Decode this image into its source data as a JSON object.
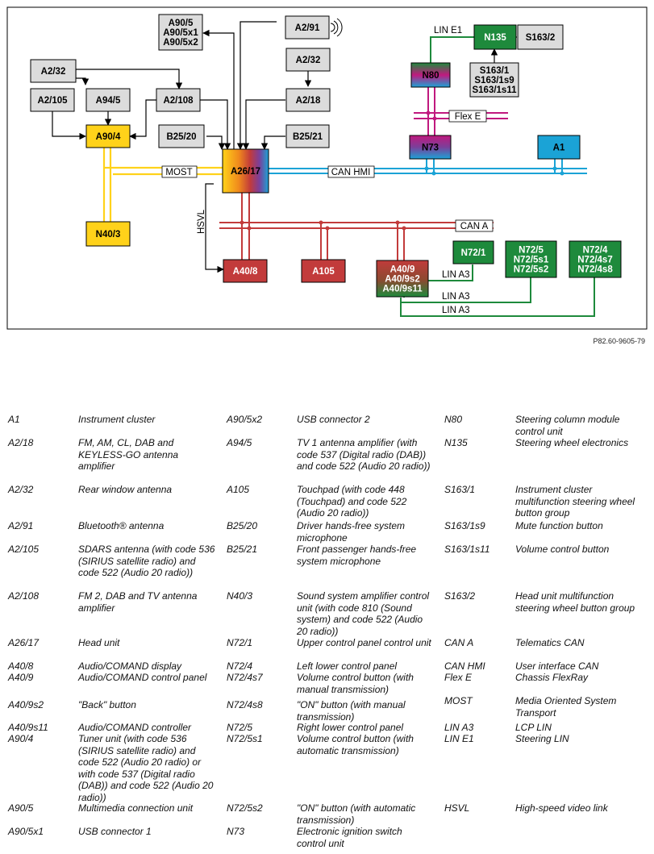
{
  "diagram": {
    "reference": "P82.60-9605-79",
    "nodes": [
      {
        "id": "A90_5",
        "lines": [
          "A90/5",
          "A90/5x1",
          "A90/5x2"
        ],
        "color": "#dcdcdc",
        "text_color": "#000000"
      },
      {
        "id": "A2_91",
        "lines": [
          "A2/91"
        ],
        "color": "#dcdcdc",
        "text_color": "#000000"
      },
      {
        "id": "A2_32a",
        "lines": [
          "A2/32"
        ],
        "color": "#dcdcdc",
        "text_color": "#000000"
      },
      {
        "id": "A2_105",
        "lines": [
          "A2/105"
        ],
        "color": "#dcdcdc",
        "text_color": "#000000"
      },
      {
        "id": "A94_5",
        "lines": [
          "A94/5"
        ],
        "color": "#dcdcdc",
        "text_color": "#000000"
      },
      {
        "id": "A2_108",
        "lines": [
          "A2/108"
        ],
        "color": "#dcdcdc",
        "text_color": "#000000"
      },
      {
        "id": "A2_32b",
        "lines": [
          "A2/32"
        ],
        "color": "#dcdcdc",
        "text_color": "#000000"
      },
      {
        "id": "A2_18",
        "lines": [
          "A2/18"
        ],
        "color": "#dcdcdc",
        "text_color": "#000000"
      },
      {
        "id": "A90_4",
        "lines": [
          "A90/4"
        ],
        "color": "#ffd21a",
        "text_color": "#000000"
      },
      {
        "id": "B25_20",
        "lines": [
          "B25/20"
        ],
        "color": "#dcdcdc",
        "text_color": "#000000"
      },
      {
        "id": "B25_21",
        "lines": [
          "B25/21"
        ],
        "color": "#dcdcdc",
        "text_color": "#000000"
      },
      {
        "id": "A26_17",
        "lines": [
          "A26/17"
        ],
        "color": "gradient",
        "text_color": "#000000"
      },
      {
        "id": "N40_3",
        "lines": [
          "N40/3"
        ],
        "color": "#ffd21a",
        "text_color": "#000000"
      },
      {
        "id": "A40_8",
        "lines": [
          "A40/8"
        ],
        "color": "#c23b3b",
        "text_color": "#ffffff"
      },
      {
        "id": "A105",
        "lines": [
          "A105"
        ],
        "color": "#c23b3b",
        "text_color": "#ffffff"
      },
      {
        "id": "A40_9",
        "lines": [
          "A40/9",
          "A40/9s2",
          "A40/9s11"
        ],
        "color": "split",
        "text_color": "#ffffff"
      },
      {
        "id": "N72_1",
        "lines": [
          "N72/1"
        ],
        "color": "#1e8a3c",
        "text_color": "#ffffff"
      },
      {
        "id": "N72_5",
        "lines": [
          "N72/5",
          "N72/5s1",
          "N72/5s2"
        ],
        "color": "#1e8a3c",
        "text_color": "#ffffff"
      },
      {
        "id": "N72_4",
        "lines": [
          "N72/4",
          "N72/4s7",
          "N72/4s8"
        ],
        "color": "#1e8a3c",
        "text_color": "#ffffff"
      },
      {
        "id": "N135",
        "lines": [
          "N135"
        ],
        "color": "#1e8a3c",
        "text_color": "#ffffff"
      },
      {
        "id": "S163_2",
        "lines": [
          "S163/2"
        ],
        "color": "#dcdcdc",
        "text_color": "#000000"
      },
      {
        "id": "S163_1",
        "lines": [
          "S163/1",
          "S163/1s9",
          "S163/1s11"
        ],
        "color": "#dcdcdc",
        "text_color": "#000000"
      },
      {
        "id": "N80",
        "lines": [
          "N80"
        ],
        "color": "gradient2",
        "text_color": "#000000"
      },
      {
        "id": "N73",
        "lines": [
          "N73"
        ],
        "color": "gradient2",
        "text_color": "#000000"
      },
      {
        "id": "A1",
        "lines": [
          "A1"
        ],
        "color": "#1ba3d6",
        "text_color": "#000000"
      }
    ],
    "bus_labels": {
      "most": "MOST",
      "can_hmi": "CAN HMI",
      "can_a": "CAN A",
      "flex_e": "Flex E",
      "lin_e1": "LIN E1",
      "hsvl": "HSVL",
      "lin_a3": [
        "LIN A3",
        "LIN A3",
        "LIN A3"
      ]
    },
    "colors": {
      "most": "#ffd21a",
      "can_hmi": "#1ba3d6",
      "can_a": "#c23b3b",
      "flex_e": "#c0197e",
      "lin": "#1e8a3c",
      "grey_box": "#dcdcdc"
    }
  },
  "legend": {
    "columns": [
      [
        {
          "code": "A1",
          "desc": "Instrument cluster"
        },
        {
          "code": "A2/18",
          "desc": "FM, AM, CL, DAB and KEYLESS-GO antenna amplifier"
        },
        {
          "code": "A2/32",
          "desc": "Rear window antenna"
        },
        {
          "code": "A2/91",
          "desc": "Bluetooth® antenna"
        },
        {
          "code": "A2/105",
          "desc": "SDARS antenna (with code 536 (SIRIUS satellite radio) and code 522 (Audio 20 radio))"
        },
        {
          "code": "A2/108",
          "desc": "FM 2, DAB and TV antenna amplifier"
        },
        {
          "code": "A26/17",
          "desc": "Head unit"
        },
        {
          "code": "A40/8",
          "desc": "Audio/COMAND display"
        },
        {
          "code": "A40/9",
          "desc": "Audio/COMAND control panel"
        },
        {
          "code": "A40/9s2",
          "desc": "\"Back\" button"
        },
        {
          "code": "A40/9s11",
          "desc": "Audio/COMAND controller"
        },
        {
          "code": "A90/4",
          "desc": "Tuner unit (with code 536 (SIRIUS satellite radio) and code 522 (Audio 20 radio) or with code 537 (Digital radio (DAB)) and code 522 (Audio 20 radio))"
        },
        {
          "code": "A90/5",
          "desc": "Multimedia connection unit"
        },
        {
          "code": "A90/5x1",
          "desc": "USB connector 1"
        }
      ],
      [
        {
          "code": "A90/5x2",
          "desc": "USB connector 2"
        },
        {
          "code": "A94/5",
          "desc": "TV 1 antenna amplifier (with code 537 (Digital radio (DAB)) and code 522 (Audio 20 radio))"
        },
        {
          "code": "A105",
          "desc": "Touchpad (with code 448 (Touchpad) and code 522 (Audio 20 radio))"
        },
        {
          "code": "B25/20",
          "desc": "Driver hands-free system microphone"
        },
        {
          "code": "B25/21",
          "desc": "Front passenger hands-free system microphone"
        },
        {
          "code": "N40/3",
          "desc": "Sound system amplifier control unit (with code 810 (Sound system) and code 522 (Audio 20 radio))"
        },
        {
          "code": "N72/1",
          "desc": "Upper control panel control unit"
        },
        {
          "code": "N72/4",
          "desc": "Left lower control panel"
        },
        {
          "code": "N72/4s7",
          "desc": "Volume control button (with manual transmission)"
        },
        {
          "code": "N72/4s8",
          "desc": "\"ON\" button (with manual transmission)"
        },
        {
          "code": "N72/5",
          "desc": "Right lower control panel"
        },
        {
          "code": "N72/5s1",
          "desc": "Volume control button (with automatic transmission)"
        },
        {
          "code": "N72/5s2",
          "desc": "\"ON\" button (with automatic transmission)"
        },
        {
          "code": "N73",
          "desc": "Electronic ignition switch control unit"
        }
      ],
      [
        {
          "code": "N80",
          "desc": "Steering column module control unit"
        },
        {
          "code": "N135",
          "desc": "Steering wheel electronics"
        },
        {
          "code": "S163/1",
          "desc": "Instrument cluster multifunction steering wheel button group"
        },
        {
          "code": "S163/1s9",
          "desc": "Mute function button"
        },
        {
          "code": "S163/1s11",
          "desc": "Volume control button"
        },
        {
          "code": "S163/2",
          "desc": "Head unit multifunction steering wheel button group"
        },
        {
          "code": "CAN A",
          "desc": "Telematics CAN"
        },
        {
          "code": "CAN HMI",
          "desc": "User interface CAN"
        },
        {
          "code": "Flex E",
          "desc": "Chassis FlexRay"
        },
        {
          "code": "MOST",
          "desc": "Media Oriented System Transport"
        },
        {
          "code": "LIN A3",
          "desc": "LCP LIN"
        },
        {
          "code": "LIN E1",
          "desc": "Steering LIN"
        },
        {
          "code": "HSVL",
          "desc": "High-speed video link"
        }
      ]
    ]
  }
}
